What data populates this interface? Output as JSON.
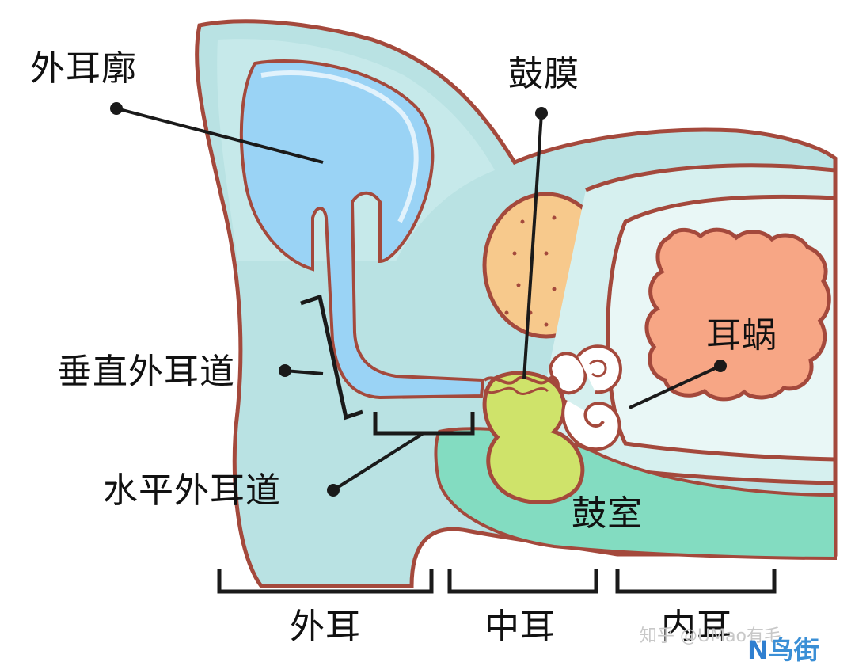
{
  "labels": {
    "pinna": "外耳廓",
    "eardrum": "鼓膜",
    "vertical_canal": "垂直外耳道",
    "horizontal_canal": "水平外耳道",
    "cochlea": "耳蜗",
    "tympanic_cavity": "鼓室",
    "outer_ear": "外耳",
    "middle_ear": "中耳",
    "inner_ear": "内耳"
  },
  "watermark": "知乎 @UMao有毛",
  "logo": {
    "letter": "N",
    "text": "鸟街"
  },
  "colors": {
    "outline": "#a4493c",
    "skin": "#b9e2e3",
    "canal": "#9ad3f5",
    "bulla": "#f7c98c",
    "middle": "#cfe36a",
    "cavity": "#83dcc1",
    "cochlea_fill": "#f7a685",
    "leader": "#1a1a1a"
  }
}
